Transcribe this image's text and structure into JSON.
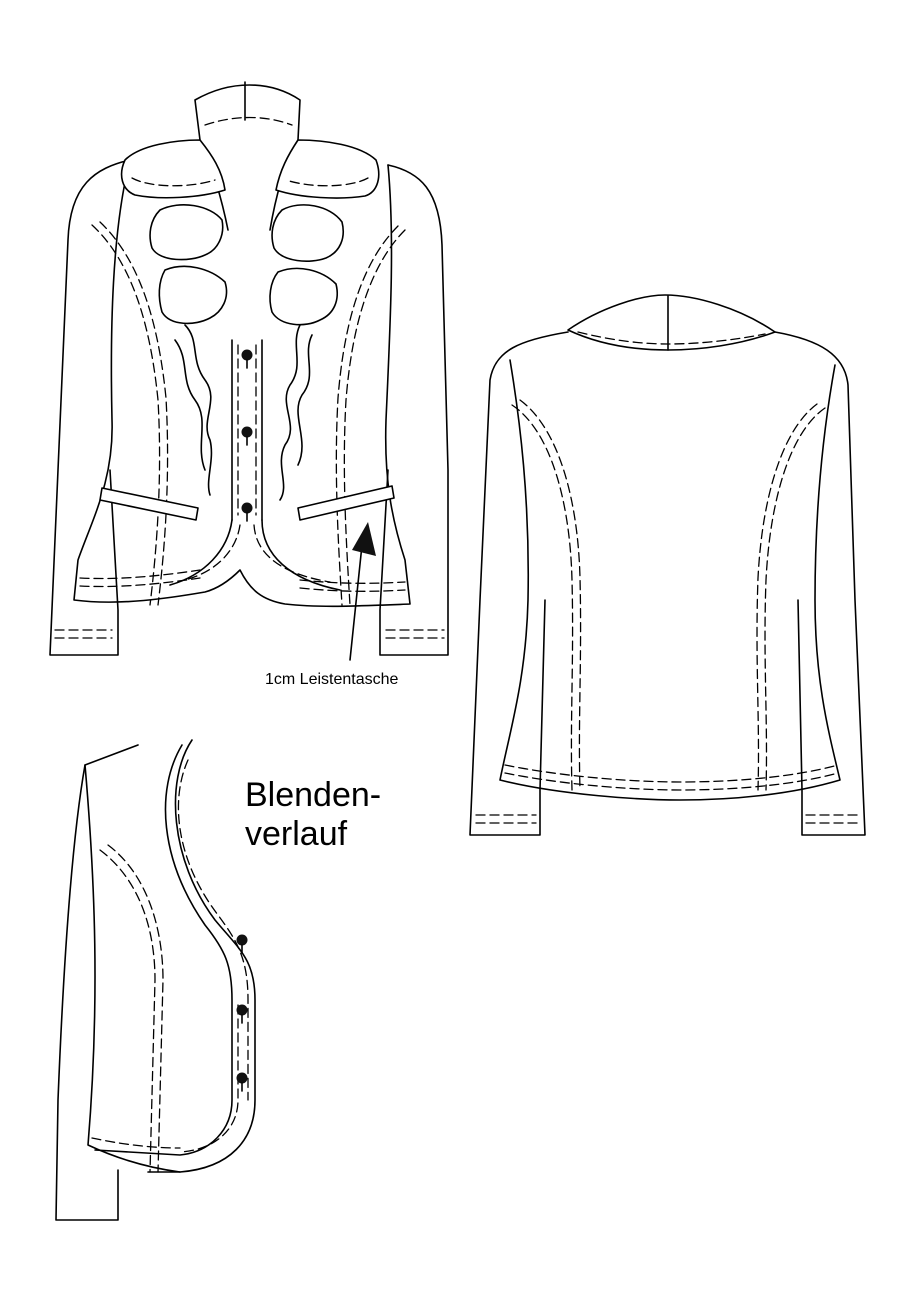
{
  "annotations": {
    "pocket_label": "1cm Leistentasche",
    "facing_label_line1": "Blenden-",
    "facing_label_line2": "verlauf"
  }
}
